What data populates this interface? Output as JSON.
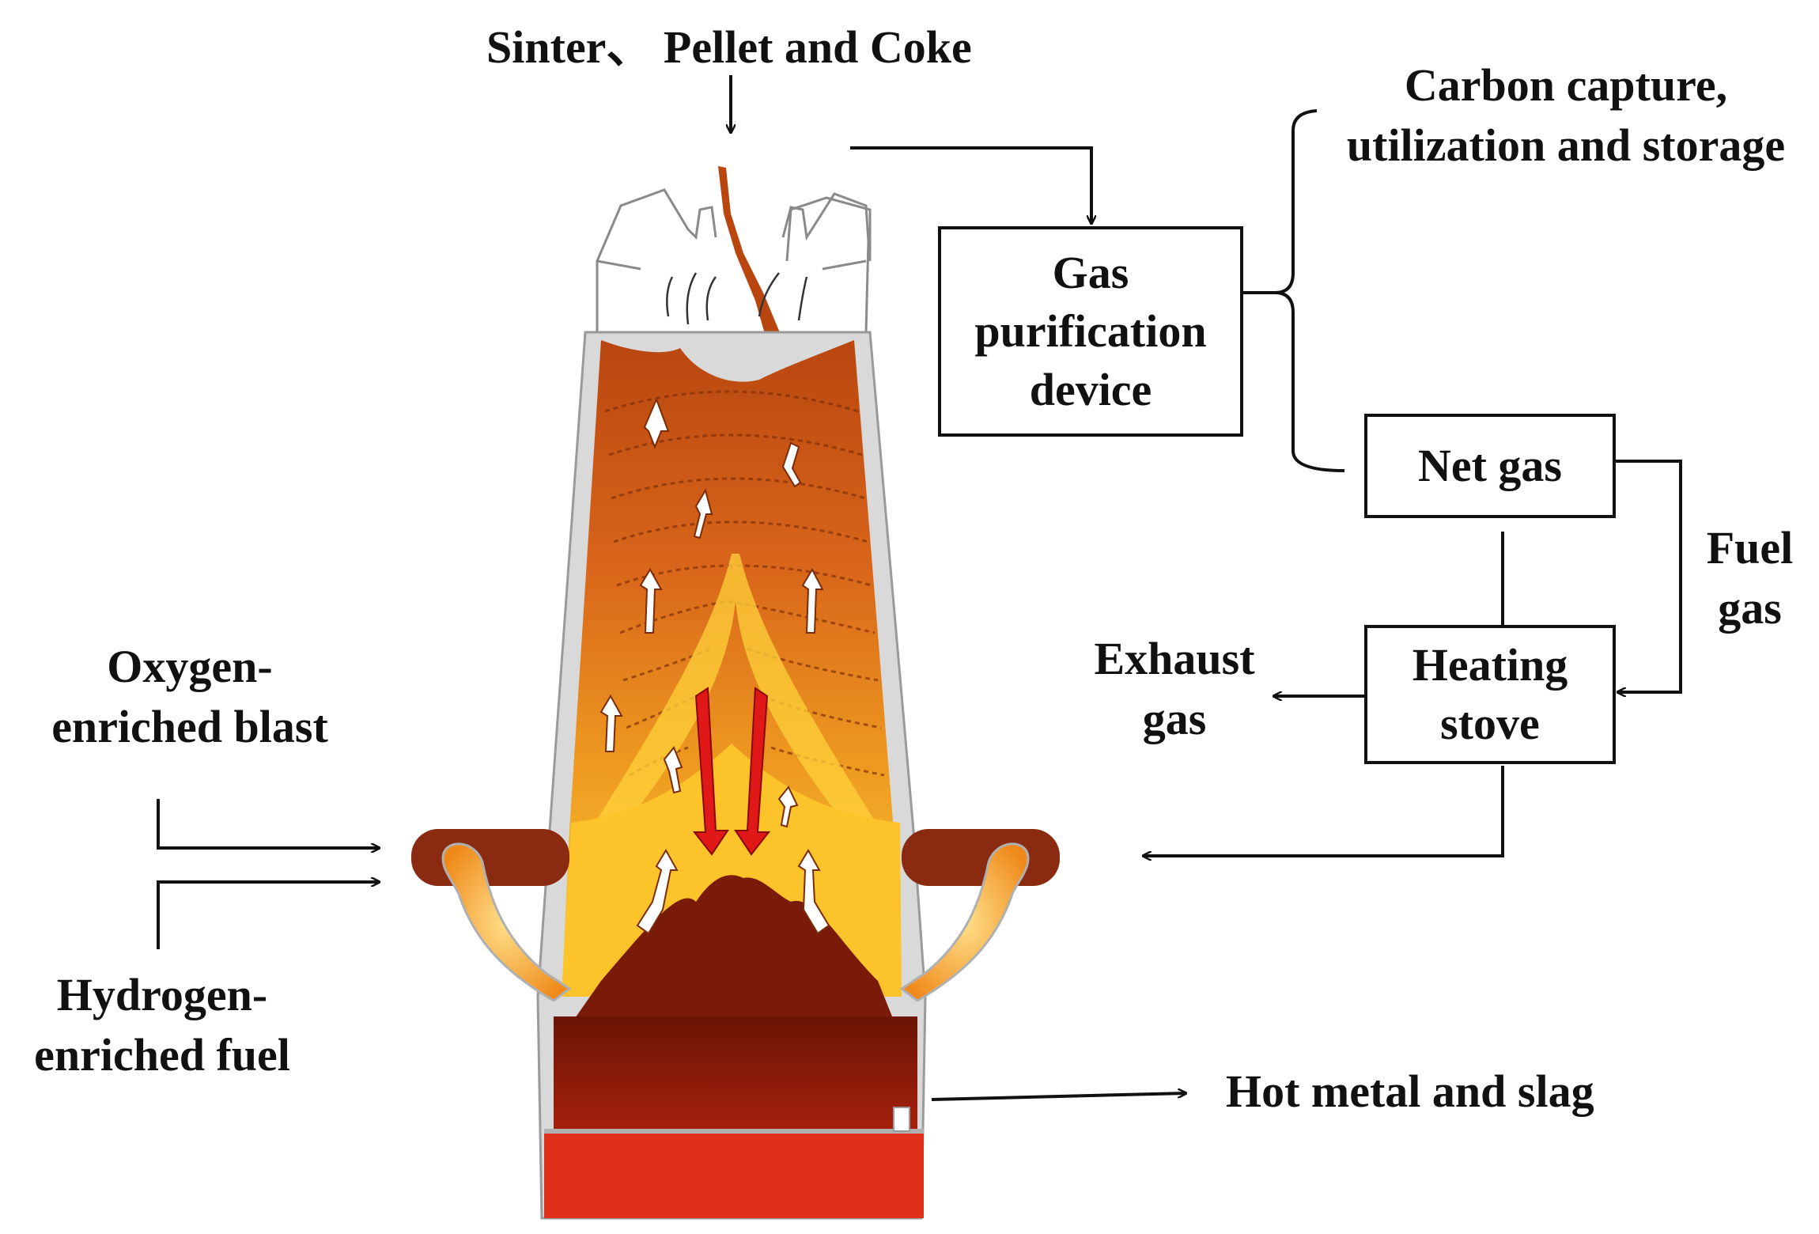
{
  "labels": {
    "feed": "Sinter、 Pellet and Coke",
    "ccus_line1": "Carbon capture,",
    "ccus_line2": "utilization and storage",
    "gas_purification_line1": "Gas",
    "gas_purification_line2": "purification",
    "gas_purification_line3": "device",
    "net_gas": "Net gas",
    "fuel_gas_line1": "Fuel",
    "fuel_gas_line2": "gas",
    "exhaust_gas_line1": "Exhaust",
    "exhaust_gas_line2": "gas",
    "heating_stove_line1": "Heating",
    "heating_stove_line2": "stove",
    "oxygen_line1": "Oxygen-",
    "oxygen_line2": "enriched blast",
    "hydrogen_line1": "Hydrogen-",
    "hydrogen_line2": "enriched fuel",
    "hot_metal": "Hot metal and slag"
  },
  "colors": {
    "line": "#111111",
    "furnace_shell": "#d9d9d9",
    "burden_top": "#b9460f",
    "burden_mid": "#e07a18",
    "burden_low": "#f6b52a",
    "cohesive_zone": "#ffd23a",
    "deadman": "#7a1a08",
    "hearth": "#d62a10",
    "tuyere": "#8a2a10",
    "flow_arrow_down": "#e01818",
    "flow_arrow_up": "#ffffff"
  },
  "icons": {
    "flow_arrows": "gas-flow-arrow-icon",
    "reduction_arrows": "downward-reduction-arrow-icon"
  }
}
